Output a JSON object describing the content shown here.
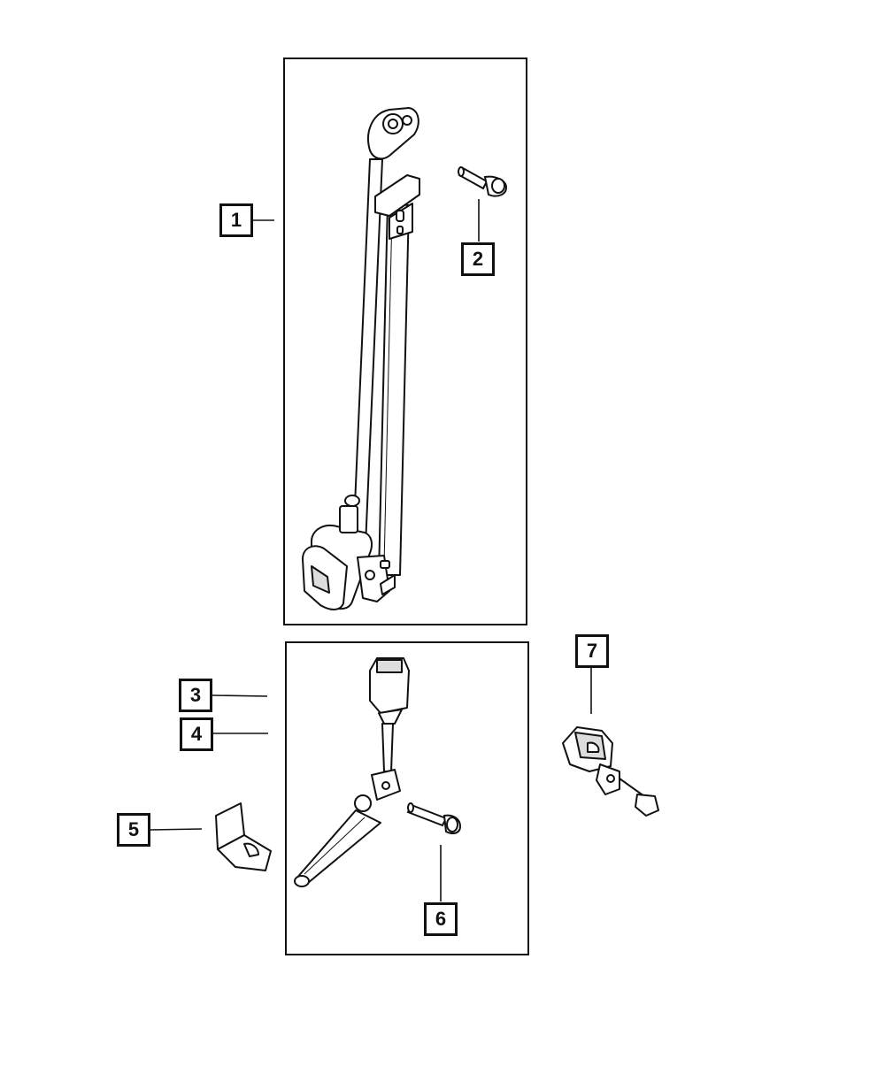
{
  "callouts": [
    "1",
    "2",
    "3",
    "4",
    "5",
    "6",
    "7"
  ],
  "colors": {
    "line": "#111111",
    "background": "#ffffff",
    "shade": "#dddddd"
  },
  "parts": [
    {
      "callout": "1",
      "icon": "seat-belt-retractor-assembly-icon"
    },
    {
      "callout": "2",
      "icon": "bolt-icon"
    },
    {
      "callout": "3",
      "icon": "buckle-assembly-icon"
    },
    {
      "callout": "4",
      "icon": "buckle-assembly-icon"
    },
    {
      "callout": "5",
      "icon": "bracket-icon"
    },
    {
      "callout": "6",
      "icon": "bolt-icon"
    },
    {
      "callout": "7",
      "icon": "buckle-with-harness-icon"
    }
  ]
}
